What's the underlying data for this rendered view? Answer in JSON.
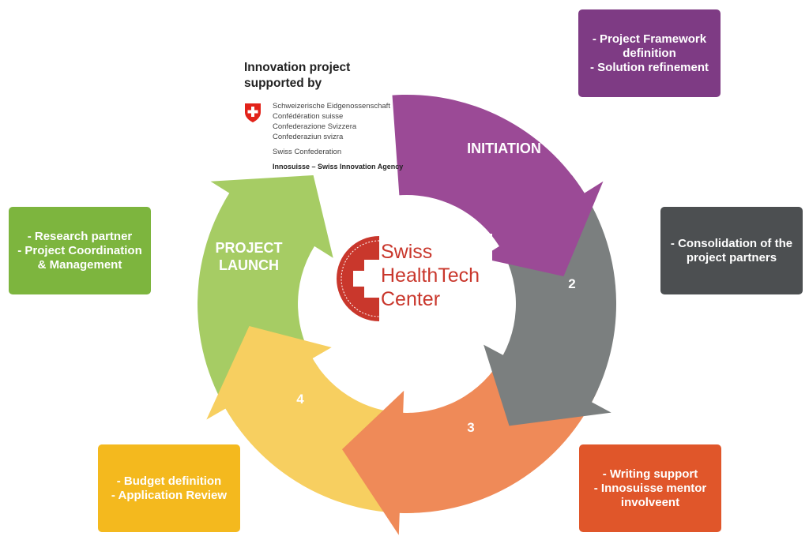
{
  "support": {
    "heading_line1": "Innovation project",
    "heading_line2": "supported by",
    "federation_lines": [
      "Schweizerische Eidgenossenschaft",
      "Confédération suisse",
      "Confederazione Svizzera",
      "Confederaziun svizra"
    ],
    "swiss_confederation": "Swiss Confederation",
    "agency": "Innosuisse – Swiss Innovation Agency"
  },
  "logo": {
    "lines": [
      "Swiss",
      "HealthTech",
      "Center"
    ]
  },
  "stages": [
    {
      "label": "INITIATION",
      "color": "#9b4a96"
    },
    {
      "label": "2",
      "color": "#7b7f7f"
    },
    {
      "label": "3",
      "color": "#ef8a58"
    },
    {
      "label": "4",
      "color": "#f7cf60"
    },
    {
      "label_line1": "PROJECT",
      "label_line2": "LAUNCH",
      "color": "#a6cc64"
    }
  ],
  "boxes": {
    "initiation": {
      "lines": [
        "- Project Framework",
        "definition",
        "- Solution refinement"
      ],
      "color": "#7e3b84"
    },
    "stage2": {
      "lines": [
        "- Consolidation of the",
        "project partners"
      ],
      "color": "#4c4f51"
    },
    "stage3": {
      "lines": [
        "- Writing support",
        "- Innosuisse mentor",
        "involveent"
      ],
      "color": "#e0562a"
    },
    "stage4": {
      "lines": [
        "- Budget definition",
        "- Application Review"
      ],
      "color": "#f4b91e"
    },
    "launch": {
      "lines": [
        "- Research partner",
        "- Project Coordination",
        "& Management"
      ],
      "color": "#7db53e"
    }
  }
}
